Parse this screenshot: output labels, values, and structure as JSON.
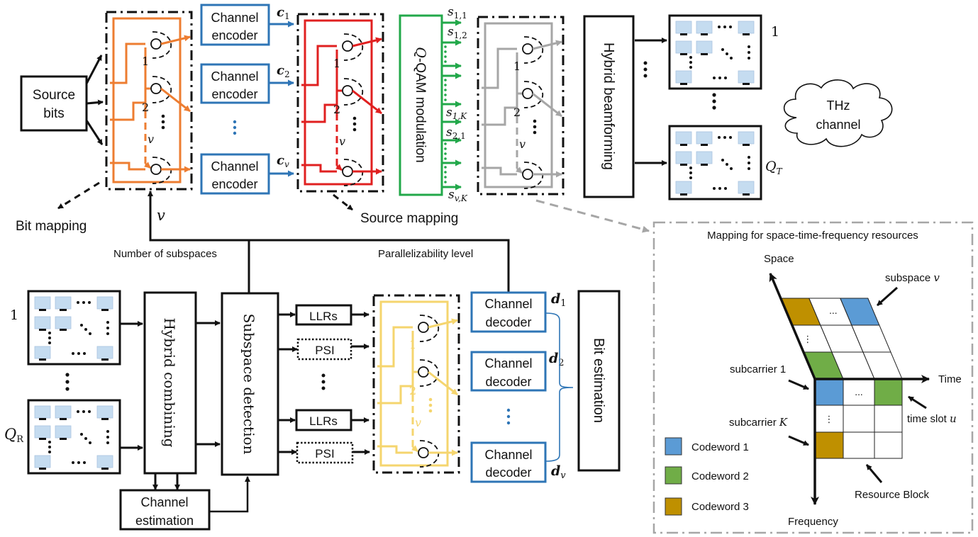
{
  "transmitter": {
    "source_bits": [
      "Source",
      "bits"
    ],
    "bit_mapping_label": "Bit mapping",
    "source_mapping_label": "Source mapping",
    "channel_encoders": [
      {
        "line1": "Channel",
        "line2": "encoder",
        "output": "c",
        "sub": "1"
      },
      {
        "line1": "Channel",
        "line2": "encoder",
        "output": "c",
        "sub": "2"
      },
      {
        "line1": "Channel",
        "line2": "encoder",
        "output": "c",
        "sub": "v"
      }
    ],
    "mapper_indices": [
      "1",
      "2",
      "v"
    ],
    "modulation_label": "Q-QAM modulation",
    "modulation_q": "Q",
    "modulation_rest": "-QAM modulation",
    "symbols": [
      {
        "s": "s",
        "sub": "1,1"
      },
      {
        "s": "s",
        "sub": "1,2"
      },
      {
        "s": "s",
        "sub": "1,K"
      },
      {
        "s": "s",
        "sub": "2,1"
      },
      {
        "s": "s",
        "sub": "v,K"
      }
    ],
    "beamforming_label": "Hybrid beamforming",
    "tx_array_labels": [
      "1",
      "Q",
      "T"
    ],
    "feedback_v": "v"
  },
  "channel": {
    "cloud_line1": "THz",
    "cloud_line2": "channel"
  },
  "receiver": {
    "rx_array_labels": [
      "1",
      "Q",
      "R"
    ],
    "combining_label": "Hybrid combining",
    "channel_estimation": [
      "Channel",
      "estimation"
    ],
    "subspace_detection_label": "Subspace detection",
    "number_of_subspaces_label": "Number of subspaces",
    "parallelizability_label": "Parallelizability level",
    "llr_label": "LLRs",
    "psi_label": "PSI",
    "channel_decoders": [
      {
        "line1": "Channel",
        "line2": "decoder",
        "output": "d",
        "sub": "1"
      },
      {
        "line1": "Channel",
        "line2": "decoder",
        "output": "d",
        "sub": "2"
      },
      {
        "line1": "Channel",
        "line2": "decoder",
        "output": "d",
        "sub": "v"
      }
    ],
    "bit_estimation_label": "Bit estimation"
  },
  "inset": {
    "title": "Mapping for space-time-frequency resources",
    "axis_space": "Space",
    "axis_time": "Time",
    "axis_frequency": "Frequency",
    "subspace_label": "subspace ",
    "subspace_var": "v",
    "subcarrier1_label": "subcarrier 1",
    "subcarrierK_label": "subcarrier ",
    "subcarrierK_var": "K",
    "timeslot_label": "time slot ",
    "timeslot_var": "u",
    "resource_block_label": "Resource Block",
    "ellipsis_h": "...",
    "ellipsis_v": "⋮",
    "legend": [
      {
        "label": "Codeword 1",
        "color": "#5b9bd5"
      },
      {
        "label": "Codeword 2",
        "color": "#70ad47"
      },
      {
        "label": "Codeword 3",
        "color": "#bf9000"
      }
    ]
  },
  "colors": {
    "bit_mapper": "#ed7d31",
    "source_mapper": "#e02020",
    "modulation": "#22a84a",
    "demapper_tx": "#a6a6a6",
    "demapper_rx": "#f5d56e",
    "coder_box": "#2e75b6",
    "antenna": "#c5dcf0",
    "inset_border": "#a6a6a6"
  }
}
